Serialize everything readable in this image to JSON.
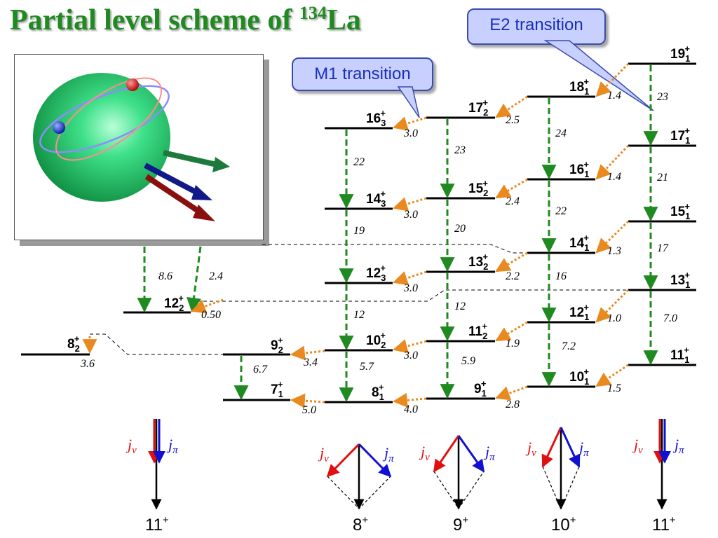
{
  "title": {
    "main": "Partial level scheme of ",
    "mass": "134",
    "element": "La"
  },
  "callouts": {
    "e2": "E2 transition",
    "m1": "M1 transition"
  },
  "colors": {
    "title": "#1f8a1f",
    "e2_arrow": "#1f8a1f",
    "m1_arrow": "#e88a20",
    "callout_fill": "#c8d0ff",
    "j_nu": "#e01010",
    "j_pi": "#1010d0"
  },
  "levels": [
    {
      "id": "8_2",
      "spin": "8",
      "sub": "2",
      "parity": "+"
    },
    {
      "id": "12_2",
      "spin": "12",
      "sub": "2",
      "parity": "+"
    },
    {
      "id": "9_2",
      "spin": "9",
      "sub": "2",
      "parity": "+"
    },
    {
      "id": "7_1",
      "spin": "7",
      "sub": "1",
      "parity": "+"
    },
    {
      "id": "16_3",
      "spin": "16",
      "sub": "3",
      "parity": "+"
    },
    {
      "id": "14_3",
      "spin": "14",
      "sub": "3",
      "parity": "+"
    },
    {
      "id": "12_3",
      "spin": "12",
      "sub": "3",
      "parity": "+"
    },
    {
      "id": "10_2",
      "spin": "10",
      "sub": "2",
      "parity": "+"
    },
    {
      "id": "8_1",
      "spin": "8",
      "sub": "1",
      "parity": "+"
    },
    {
      "id": "17_2",
      "spin": "17",
      "sub": "2",
      "parity": "+"
    },
    {
      "id": "15_2",
      "spin": "15",
      "sub": "2",
      "parity": "+"
    },
    {
      "id": "13_2",
      "spin": "13",
      "sub": "2",
      "parity": "+"
    },
    {
      "id": "11_2",
      "spin": "11",
      "sub": "2",
      "parity": "+"
    },
    {
      "id": "9_1",
      "spin": "9",
      "sub": "1",
      "parity": "+"
    },
    {
      "id": "18_1",
      "spin": "18",
      "sub": "1",
      "parity": "+"
    },
    {
      "id": "16_1",
      "spin": "16",
      "sub": "1",
      "parity": "+"
    },
    {
      "id": "14_1",
      "spin": "14",
      "sub": "1",
      "parity": "+"
    },
    {
      "id": "12_1",
      "spin": "12",
      "sub": "1",
      "parity": "+"
    },
    {
      "id": "10_1",
      "spin": "10",
      "sub": "1",
      "parity": "+"
    },
    {
      "id": "19_1",
      "spin": "19",
      "sub": "1",
      "parity": "+"
    },
    {
      "id": "17_1",
      "spin": "17",
      "sub": "1",
      "parity": "+"
    },
    {
      "id": "15_1",
      "spin": "15",
      "sub": "1",
      "parity": "+"
    },
    {
      "id": "13_1",
      "spin": "13",
      "sub": "1",
      "parity": "+"
    },
    {
      "id": "11_1",
      "spin": "11",
      "sub": "1",
      "parity": "+"
    }
  ],
  "transition_values": {
    "e2": [
      "8.6",
      "2.4",
      "6.7",
      "22",
      "19",
      "12",
      "5.7",
      "23",
      "20",
      "12",
      "5.9",
      "24",
      "22",
      "16",
      "7.2",
      "23",
      "21",
      "17",
      "7.0"
    ],
    "m1": [
      "3.6",
      "0.50",
      "3.4",
      "5.0",
      "3.0",
      "3.0",
      "3.0",
      "3.0",
      "4.0",
      "2.5",
      "2.4",
      "2.2",
      "1.9",
      "2.8",
      "1.4",
      "1.4",
      "1.3",
      "1.0",
      "1.5"
    ]
  },
  "coupling": {
    "j_nu": "j",
    "j_nu_sub": "ν",
    "j_pi": "j",
    "j_pi_sub": "π",
    "totals": [
      {
        "spin": "11",
        "parity": "+"
      },
      {
        "spin": "8",
        "parity": "+"
      },
      {
        "spin": "9",
        "parity": "+"
      },
      {
        "spin": "10",
        "parity": "+"
      },
      {
        "spin": "11",
        "parity": "+"
      }
    ]
  }
}
